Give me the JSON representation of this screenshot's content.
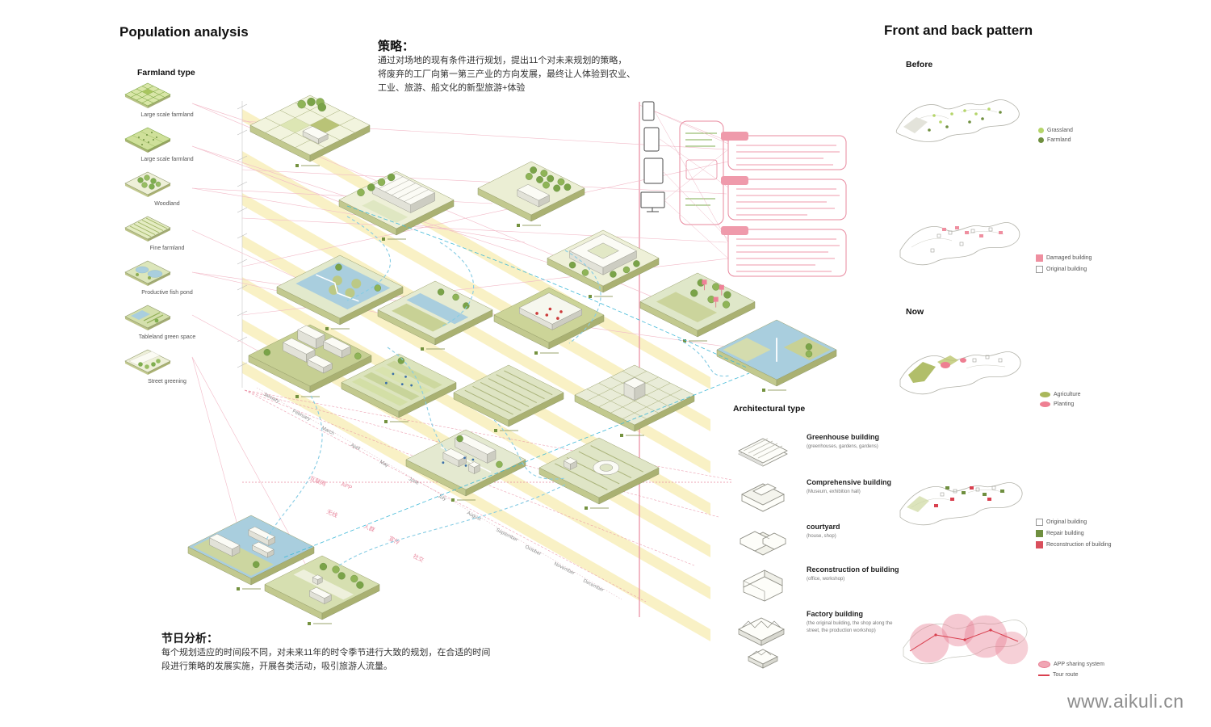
{
  "page": {
    "title_left": "Population analysis",
    "title_right": "Front and back pattern",
    "watermark": "www.aikuli.cn"
  },
  "strategy": {
    "heading": "策略：",
    "body": "通过对场地的现有条件进行规划，提出11个对未来规划的策略，\n将废弃的工厂向第一第三产业的方向发展，最终让人体验到农业、\n工业、旅游、船文化的新型旅游+体验"
  },
  "festival": {
    "heading": "节日分析：",
    "body": "每个规划适应的时间段不同，对未来11年的时令季节进行大致的规划，在合适的时间\n段进行策略的发展实施，开展各类活动，吸引旅游人流量。"
  },
  "farmland": {
    "heading": "Farmland type",
    "items": [
      {
        "label": "Large scale farmland",
        "icon": "grid-farmland-icon"
      },
      {
        "label": "Large scale farmland",
        "icon": "paddy-farmland-icon"
      },
      {
        "label": "Woodland",
        "icon": "woodland-icon"
      },
      {
        "label": "Fine farmland",
        "icon": "fine-farmland-icon"
      },
      {
        "label": "Productive fish pond",
        "icon": "fish-pond-icon"
      },
      {
        "label": "Tableland green space",
        "icon": "tableland-green-icon"
      },
      {
        "label": "Street greening",
        "icon": "street-greening-icon"
      }
    ]
  },
  "architecture": {
    "heading": "Architectural type",
    "items": [
      {
        "label": "Greenhouse building",
        "sub": "(greenhouses, gardens, gardens)"
      },
      {
        "label": "Comprehensive building",
        "sub": "(Museum, exhibition hall)"
      },
      {
        "label": "courtyard",
        "sub": "(house, shop)"
      },
      {
        "label": "Reconstruction of building",
        "sub": "(office, workshop)"
      },
      {
        "label": "Factory building",
        "sub": "(the original building, the shop along the street, the production workshop)"
      }
    ]
  },
  "timeline": {
    "months": [
      "January",
      "February",
      "March",
      "April",
      "May",
      "June",
      "July",
      "August",
      "September",
      "October",
      "November",
      "December"
    ],
    "channels": [
      "互联网",
      "APP",
      "无线",
      "人群",
      "宣传",
      "社交"
    ]
  },
  "pattern": {
    "before_heading": "Before",
    "now_heading": "Now",
    "legend_before_1": [
      {
        "label": "Grassland",
        "color": "#b5d56a"
      },
      {
        "label": "Farmland",
        "color": "#6f8f3f"
      }
    ],
    "legend_before_2": [
      {
        "label": "Damaged building",
        "color": "#ef8fa0"
      },
      {
        "label": "Original building",
        "color": "#ffffff"
      }
    ],
    "legend_now_1": [
      {
        "label": "Agriculture",
        "color": "#a9b75a"
      },
      {
        "label": "Planting",
        "color": "#ee7f92"
      }
    ],
    "legend_now_2": [
      {
        "label": "Original building",
        "color": "#ffffff"
      },
      {
        "label": "Repair building",
        "color": "#6f8f3f"
      },
      {
        "label": "Reconstruction of building",
        "color": "#d94f5c"
      }
    ],
    "legend_route": [
      {
        "label": "APP sharing system",
        "color": "#f0a6b4"
      },
      {
        "label": "Tour route",
        "color": "#d9404f"
      }
    ]
  },
  "colors": {
    "accent_pink": "#e8889e",
    "stripe_yellow": "#f7eeb6",
    "water_blue": "#a9cede",
    "plate_green": "#cdd89f",
    "link_blue": "#86cce4"
  }
}
